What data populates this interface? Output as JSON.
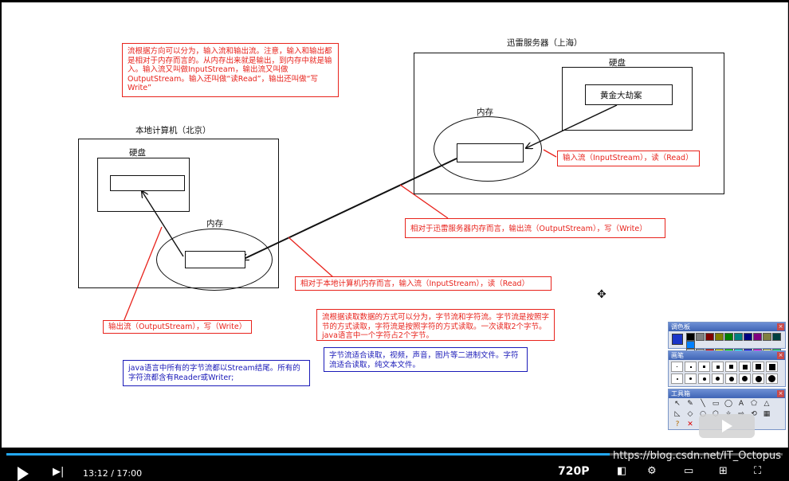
{
  "diagram": {
    "local_title": "本地计算机（北京）",
    "local_disk": "硬盘",
    "local_memory": "内存",
    "server_title": "迅雷服务器（上海）",
    "server_disk": "硬盘",
    "server_memory": "内存",
    "server_file": "黄金大劫案"
  },
  "notes": {
    "direction": "流根据方向可以分为，输入流和输出流。注意，输入和输出都是相对于内存而言的。从内存出来就是输出，到内存中就是输入。输入流又叫做InputStream，输出流又叫做OutputStream。输入还叫做“读Read”，输出还叫做“写Write”",
    "input_stream": "输入流（InputStream），读（Read）",
    "server_output": "相对于迅雷服务器内存而言，输出流（OutputStream），写（Write）",
    "local_input": "相对于本地计算机内存而言，输入流（InputStream），读（Read）",
    "output_stream": "输出流（OutputStream），写（Write）",
    "read_method": "流根据读取数据的方式可以分为，字节流和字符流。字节流是按照字节的方式读取，字符流是按照字符的方式读取。一次读取2个字节。java语言中一个字符占2个字节。",
    "java_suffix": "java语言中所有的字节流都以Stream结尾。所有的字符流都含有Reader或Writer;",
    "suitable": "字节流适合读取，视频，声音，图片等二进制文件。字符流适合读取，纯文本文件。"
  },
  "panels": {
    "palette_title": "调色板",
    "brush_title": "画笔",
    "toolbox_title": "工具箱",
    "close_label": "×",
    "colors": [
      "#000000",
      "#7f7f7f",
      "#800000",
      "#808000",
      "#008000",
      "#008080",
      "#000080",
      "#800080",
      "#808040",
      "#004040",
      "#0080ff",
      "#ffffff",
      "#c0c0c0",
      "#ff0000",
      "#ffff00",
      "#00ff00",
      "#00ffff",
      "#0000ff",
      "#ff00ff",
      "#ffff80",
      "#00ff80",
      "#80ffff"
    ]
  },
  "player": {
    "time": "13:12 / 17:00",
    "quality": "720P",
    "watermark": "https://blog.csdn.net/IT_Octopus"
  }
}
